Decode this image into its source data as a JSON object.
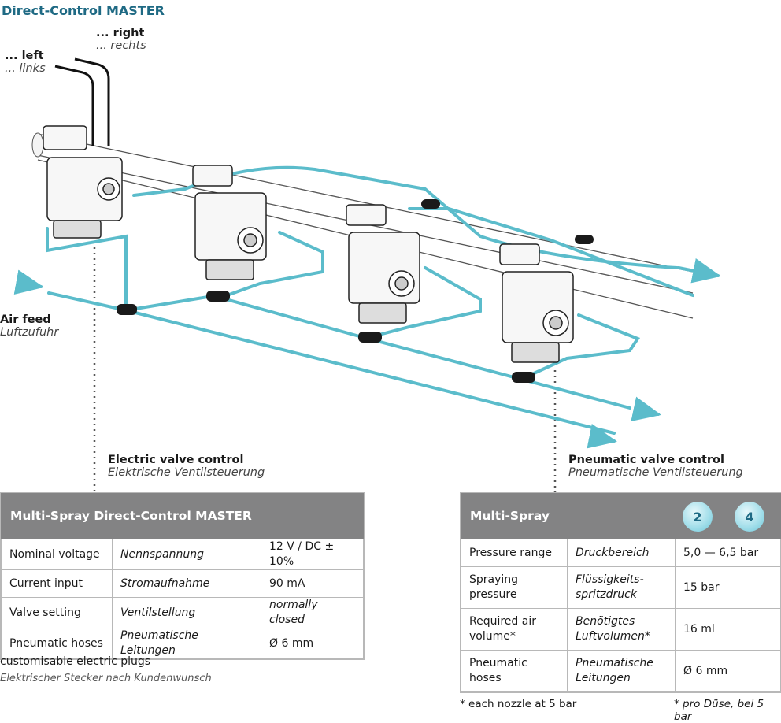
{
  "title": "Direct-Control MASTER",
  "labels": {
    "left_en": "... left",
    "left_de": "... links",
    "right_en": "... right",
    "right_de": "... rechts",
    "air_en": "Air feed",
    "air_de": "Luftzufuhr",
    "electric_en": "Electric valve control",
    "electric_de": "Elektrische Ventilsteuerung",
    "pneumatic_en": "Pneumatic valve control",
    "pneumatic_de": "Pneumatische Ventilsteuerung"
  },
  "colors": {
    "hose": "#5bbccb",
    "title": "#1f6a84",
    "header": "#838384"
  },
  "left_table": {
    "header": "Multi-Spray Direct-Control MASTER",
    "rows": [
      {
        "en": "Nominal voltage",
        "de": "Nennspannung",
        "val": "12 V / DC ± 10%"
      },
      {
        "en": "Current input",
        "de": "Stromaufnahme",
        "val": "90 mA"
      },
      {
        "en": "Valve setting",
        "de": "Ventilstellung",
        "val": "normally closed"
      },
      {
        "en": "Pneumatic hoses",
        "de": "Pneumatische Leitungen",
        "val": "Ø 6 mm"
      }
    ],
    "note_en": "customisable electric plugs",
    "note_de": "Elektrischer Stecker nach Kundenwunsch"
  },
  "right_table": {
    "header": "Multi-Spray",
    "badge1": "2",
    "badge2": "4",
    "rows": [
      {
        "en": "Pressure range",
        "de": "Druckbereich",
        "val": "5,0 — 6,5 bar"
      },
      {
        "en": "Spraying pressure",
        "de": "Flüssigkeits-spritzdruck",
        "val": "15 bar"
      },
      {
        "en": "Required air volume*",
        "de": "Benötigtes Luftvolumen*",
        "val": "16 ml"
      },
      {
        "en": "Pneumatic hoses",
        "de": "Pneumatische Leitungen",
        "val": "Ø 6 mm"
      }
    ],
    "foot_en": "* each nozzle at 5 bar",
    "foot_de": "* pro Düse, bei 5 bar"
  }
}
